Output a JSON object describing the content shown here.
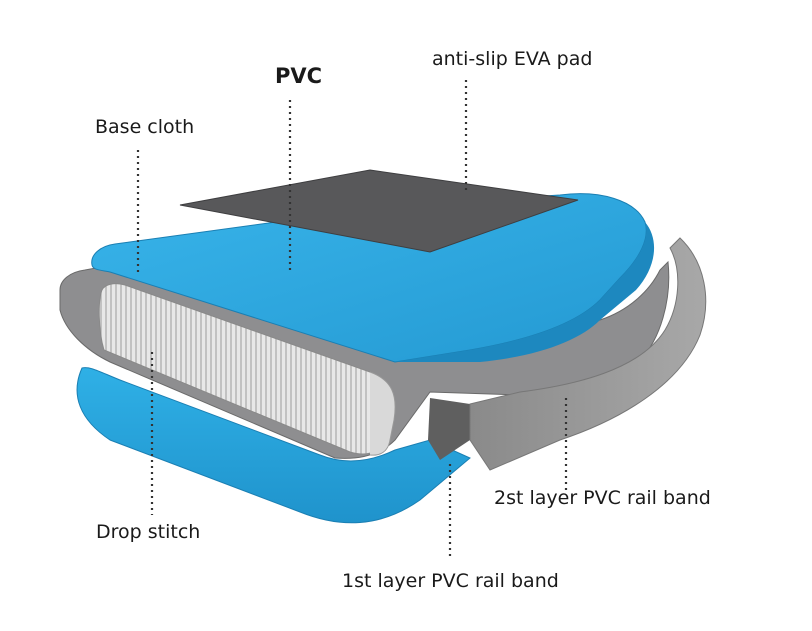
{
  "labels": {
    "pvc": "PVC",
    "anti_slip_eva_pad": "anti-slip EVA pad",
    "base_cloth": "Base cloth",
    "drop_stitch": "Drop stitch",
    "second_layer_rail_band": "2st layer PVC rail band",
    "first_layer_rail_band": "1st layer PVC rail band"
  },
  "colors": {
    "pvc_blue": "#2aa6dc",
    "pvc_blue_dark": "#1a7fb3",
    "eva_pad": "#58585a",
    "rail_gray": "#9c9c9c",
    "rail_dark": "#6e6e6e",
    "stitch_light": "#e6e6e6",
    "stitch_line": "#a8a8a8",
    "leader": "#333333"
  }
}
